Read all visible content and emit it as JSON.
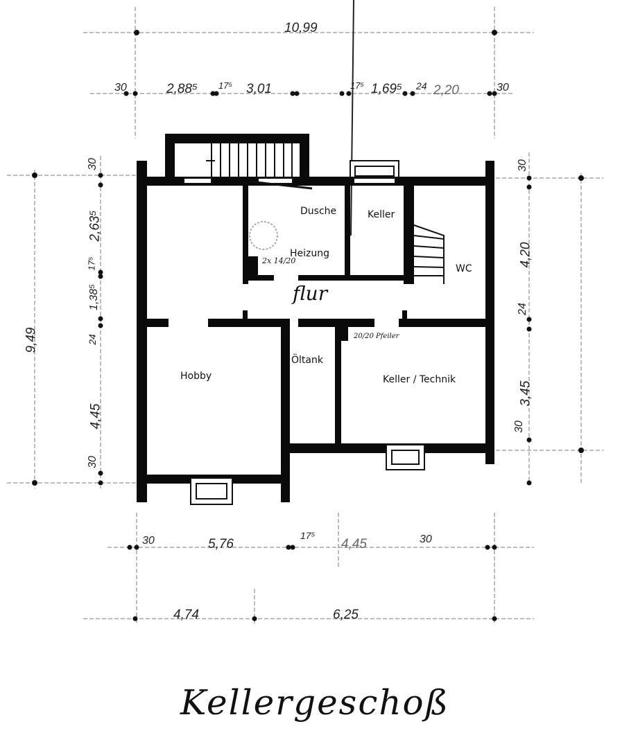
{
  "plan": {
    "title": "Kellergeschoß",
    "rooms": {
      "dusche": "Dusche",
      "keller": "Keller",
      "heizung": "Heizung",
      "wc": "WC",
      "flur": "flur",
      "hobby": "Hobby",
      "oeltank": "Öltank",
      "keller_technik": "Keller / Technik"
    },
    "annotations": {
      "chimney": "2x 14/20",
      "pillar": "20/20 Pfeiler"
    },
    "dimensions": {
      "top_total": "10,99",
      "top": [
        "30",
        "2,88⁵",
        "17⁵",
        "3,01",
        "17⁵",
        "1,69⁵",
        "24",
        "2,20",
        "30"
      ],
      "left_total": "9,49",
      "left": [
        "30",
        "2,63⁵",
        "17⁵",
        "1,38⁵",
        "24",
        "4,45",
        "30"
      ],
      "right": [
        "30",
        "4,20",
        "24",
        "3,45",
        "30"
      ],
      "bottom_inner": [
        "30",
        "5,76",
        "17⁵",
        "4,45",
        "30"
      ],
      "bottom_outer": [
        "4,74",
        "6,25"
      ]
    }
  }
}
